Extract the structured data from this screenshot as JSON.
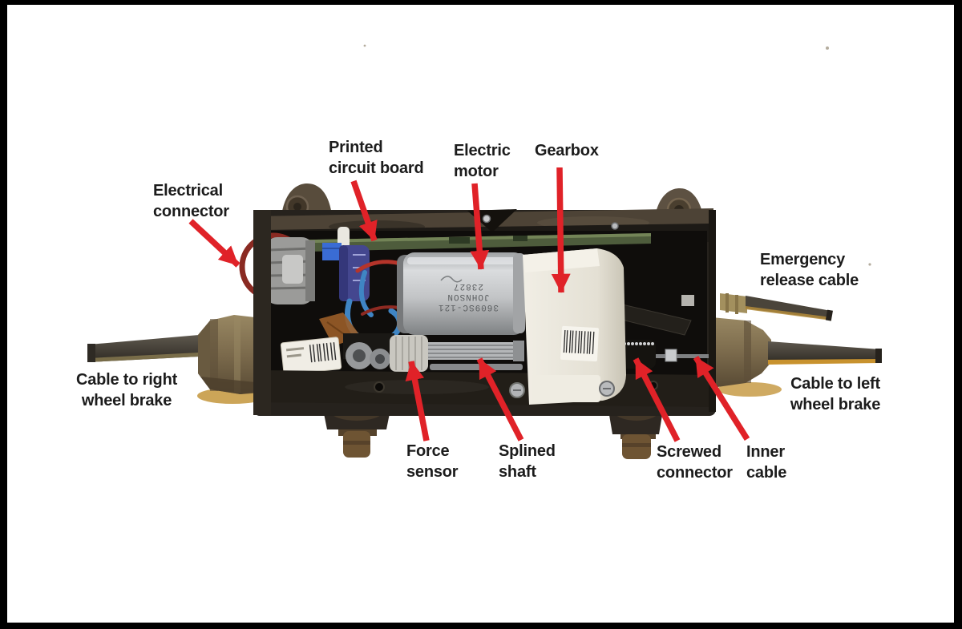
{
  "diagram": {
    "labels": {
      "electrical_connector": "Electrical\nconnector",
      "printed_circuit_board": "Printed\ncircuit board",
      "electric_motor": "Electric\nmotor",
      "gearbox": "Gearbox",
      "emergency_release_cable": "Emergency\nrelease cable",
      "cable_to_right_wheel_brake": "Cable to right\nwheel brake",
      "cable_to_left_wheel_brake": "Cable to left\nwheel brake",
      "force_sensor": "Force\nsensor",
      "splined_shaft": "Splined\nshaft",
      "screwed_connector": "Screwed\nconnector",
      "inner_cable": "Inner\ncable"
    },
    "photo_text": {
      "motor_line1": "3609SC-121",
      "motor_line2": "JOHNSON",
      "motor_line3": "23827"
    },
    "colors": {
      "arrow_red": "#e02228",
      "label_text": "#1c1c1c",
      "background": "#ffffff",
      "frame": "#000000"
    }
  }
}
